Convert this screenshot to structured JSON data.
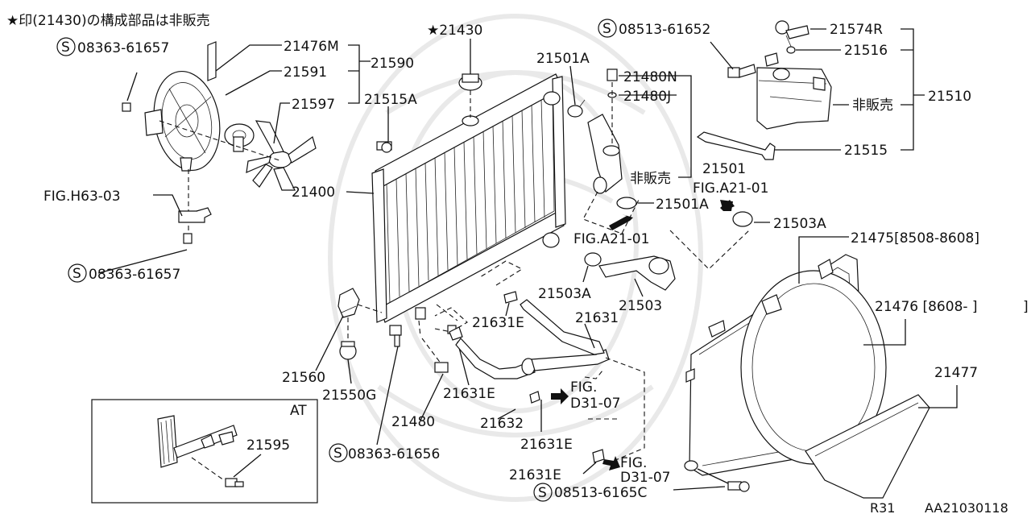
{
  "note": {
    "star": "★",
    "text": "印(21430)の構成部品は非販売"
  },
  "footer": {
    "model": "R31",
    "code": "AA21030118"
  },
  "inset": {
    "label": "AT",
    "part": "21595"
  },
  "labels": {
    "p08363_61657_top": "08363-61657",
    "p21476M": "21476M",
    "p21590": "21590",
    "p21591": "21591",
    "p21597": "21597",
    "p21430": "21430",
    "p21515A": "21515A",
    "p21501A_top": "21501A",
    "p08513_61652": "08513-61652",
    "p21574R": "21574R",
    "p21516": "21516",
    "p21510": "21510",
    "hihanbai_tank": "非販売",
    "p21515": "21515",
    "p21480N": "21480N",
    "p21480J": "21480J",
    "p21501": "21501",
    "hihanbai_hose": "非販売",
    "figA2101_a": "FIG.A21-01",
    "p21501A_mid": "21501A",
    "p21503A_right": "21503A",
    "figA2101_b": "FIG.A21-01",
    "p21400": "21400",
    "figH6303": "FIG.H63-03",
    "p08363_61657_bottom": "08363-61657",
    "p21475": "21475[8508-8608]",
    "p21476": "21476 [8608-    ]",
    "p21503A_left": "21503A",
    "p21503": "21503",
    "p21631E_a": "21631E",
    "p21631": "21631",
    "p21477": "21477",
    "p21560": "21560",
    "p21550G": "21550G",
    "p21631E_b": "21631E",
    "figD3107_a1": "FIG.",
    "figD3107_a2": "D31-07",
    "p21480": "21480",
    "p21632": "21632",
    "p21631E_c": "21631E",
    "p08363_61656": "08363-61656",
    "p21631E_d": "21631E",
    "figD3107_b1": "FIG.",
    "figD3107_b2": "D31-07",
    "p08513_6165C": "08513-6165C"
  }
}
